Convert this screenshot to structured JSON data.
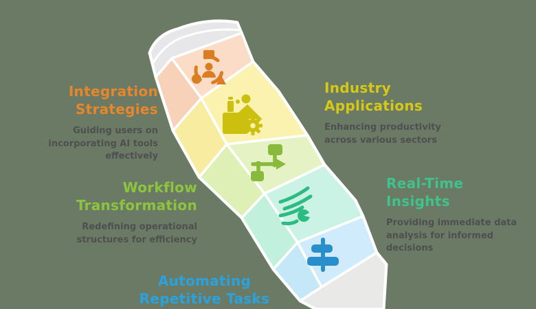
{
  "background_color": "#6b7a65",
  "description_color": "#4f4f4f",
  "pencil": {
    "outline_color": "#ffffff",
    "cap_color": "#e7e7e9",
    "cap_band_color": "#efeff1",
    "tip_color": "#e9e9e7"
  },
  "sections": [
    {
      "title": "Integration Strategies",
      "description": "Guiding users on incorporating AI tools effectively",
      "title_color": "#e8862b",
      "face_color": "#fadcc7",
      "side_color": "#f8d2b8",
      "icon": "people-network-icon",
      "icon_color": "#dd7d22"
    },
    {
      "title": "Industry Applications",
      "description": "Enhancing productivity across various sectors",
      "title_color": "#d6c916",
      "face_color": "#faf2ae",
      "side_color": "#f7eca0",
      "icon": "factory-gear-icon",
      "icon_color": "#ccc00e"
    },
    {
      "title": "Workflow Transformation",
      "description": "Redefining operational structures for efficiency",
      "title_color": "#8dc43e",
      "face_color": "#e5f3c4",
      "side_color": "#def0b5",
      "icon": "flowchart-icon",
      "icon_color": "#8aba3c"
    },
    {
      "title": "Real-Time Insights",
      "description": "Providing immediate data analysis for informed decisions",
      "title_color": "#40c28c",
      "face_color": "#cbf3e5",
      "side_color": "#c1f0dc",
      "icon": "wind-swoosh-icon",
      "icon_color": "#2cbc81"
    },
    {
      "title": "Automating Repetitive Tasks",
      "title_color": "#29a3df",
      "face_color": "#d0ecfc",
      "side_color": "#c5e8f9",
      "icon": "align-center-icon",
      "icon_color": "#288fcc"
    }
  ]
}
